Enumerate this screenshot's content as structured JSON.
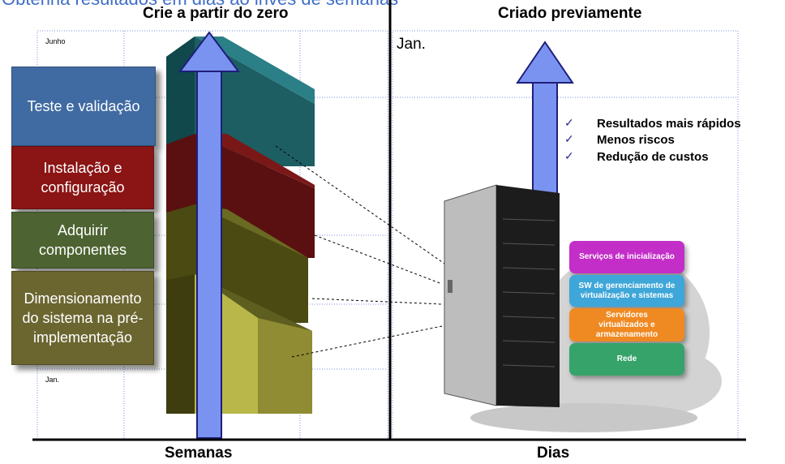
{
  "top_title": "Obtenha resultados em dias ao invés de semanas",
  "left_heading": "Crie a partir do zero",
  "right_heading": "Criado previamente",
  "left_axis_label": "Semanas",
  "right_axis_label": "Dias",
  "left_top_month": "Junho",
  "left_bottom_month": "Jan.",
  "right_month": "Jan.",
  "stages": [
    {
      "label": "Teste e validação",
      "color": "#3f6aa2"
    },
    {
      "label": "Instalação e configuração",
      "color": "#8b1414"
    },
    {
      "label": "Adquirir componentes",
      "color": "#4d6331"
    },
    {
      "label": "Dimensionamento do sistema na pré-implementação",
      "color": "#6b6630"
    }
  ],
  "benefits": [
    "Resultados mais rápidos",
    "Menos riscos",
    "Redução de custos"
  ],
  "layers": [
    {
      "label": "Serviços de inicialização",
      "color": "#c42ec8"
    },
    {
      "label": "SW de gerenciamento de virtualização e sistemas",
      "color": "#3ea6d8"
    },
    {
      "label": "Servidores virtualizados e armazenamento",
      "color": "#ef8a22"
    },
    {
      "label": "Rede",
      "color": "#36a46a"
    }
  ],
  "colors": {
    "arrow": "#7b93f0",
    "accent": "#3f6ec7"
  }
}
